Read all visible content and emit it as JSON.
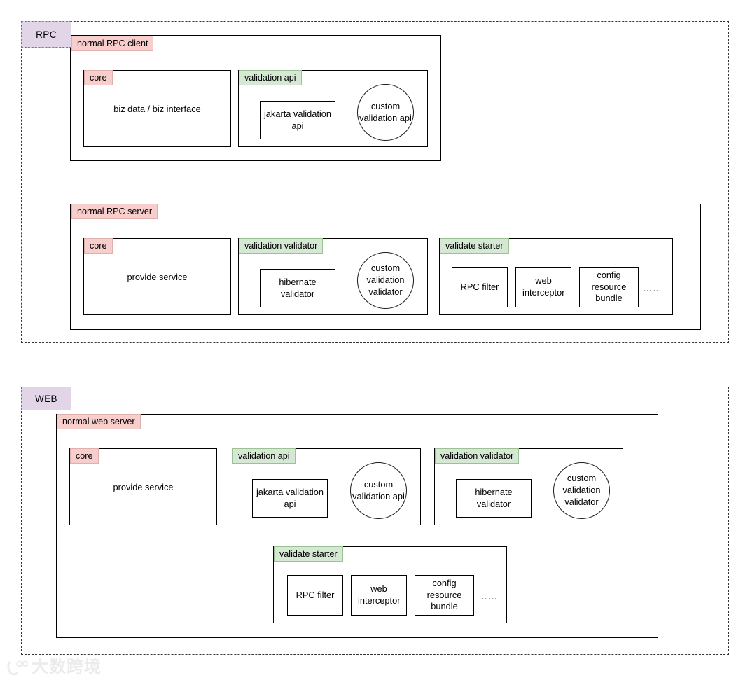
{
  "diagram": {
    "watermark": {
      "text": "大数跨境",
      "logo_icon": "brand-logo-icon"
    },
    "colors": {
      "zone_tag_fill": "#e1d5e7",
      "zone_tag_border": "#7d6aa8",
      "pink_tag_fill": "#f8cecc",
      "pink_tag_border": "#e0b0ad",
      "green_tag_fill": "#d5e8d4",
      "green_tag_border": "#9cc293",
      "line": "#000000",
      "background": "#ffffff"
    },
    "zones": [
      {
        "id": "rpc",
        "tag": "RPC",
        "groups": [
          {
            "id": "normal-rpc-client",
            "tag": "normal RPC client",
            "tag_color": "pink",
            "modules": [
              {
                "id": "core",
                "tag": "core",
                "tag_color": "pink",
                "plain_labels": [
                  "biz data / biz interface"
                ],
                "boxes": [],
                "circles": [],
                "ellipsis": false
              },
              {
                "id": "validation-api",
                "tag": "validation api",
                "tag_color": "green",
                "plain_labels": [],
                "boxes": [
                  "jakarta validation api"
                ],
                "circles": [
                  "custom validation api"
                ],
                "ellipsis": false
              }
            ]
          },
          {
            "id": "normal-rpc-server",
            "tag": "normal RPC server",
            "tag_color": "pink",
            "modules": [
              {
                "id": "core",
                "tag": "core",
                "tag_color": "pink",
                "plain_labels": [
                  "provide service"
                ],
                "boxes": [],
                "circles": [],
                "ellipsis": false
              },
              {
                "id": "validation-validator",
                "tag": "validation validator",
                "tag_color": "green",
                "plain_labels": [],
                "boxes": [
                  "hibernate validator"
                ],
                "circles": [
                  "custom validation validator"
                ],
                "ellipsis": false
              },
              {
                "id": "validate-starter",
                "tag": "validate starter",
                "tag_color": "green",
                "plain_labels": [],
                "boxes": [
                  "RPC filter",
                  "web interceptor",
                  "config resource bundle"
                ],
                "circles": [],
                "ellipsis": true,
                "ellipsis_text": "……"
              }
            ]
          }
        ]
      },
      {
        "id": "web",
        "tag": "WEB",
        "groups": [
          {
            "id": "normal-web-server",
            "tag": "normal web server",
            "tag_color": "pink",
            "modules": [
              {
                "id": "core",
                "tag": "core",
                "tag_color": "pink",
                "plain_labels": [
                  "provide service"
                ],
                "boxes": [],
                "circles": [],
                "ellipsis": false
              },
              {
                "id": "validation-api",
                "tag": "validation api",
                "tag_color": "green",
                "plain_labels": [],
                "boxes": [
                  "jakarta validation api"
                ],
                "circles": [
                  "custom validation api"
                ],
                "ellipsis": false
              },
              {
                "id": "validation-validator",
                "tag": "validation validator",
                "tag_color": "green",
                "plain_labels": [],
                "boxes": [
                  "hibernate validator"
                ],
                "circles": [
                  "custom validation validator"
                ],
                "ellipsis": false
              },
              {
                "id": "validate-starter",
                "tag": "validate starter",
                "tag_color": "green",
                "plain_labels": [],
                "boxes": [
                  "RPC filter",
                  "web interceptor",
                  "config resource bundle"
                ],
                "circles": [],
                "ellipsis": true,
                "ellipsis_text": "……"
              }
            ]
          }
        ]
      }
    ],
    "text": {
      "rpc_zone_tag": "RPC",
      "web_zone_tag": "WEB",
      "normal_rpc_client": "normal RPC client",
      "normal_rpc_server": "normal RPC server",
      "normal_web_server": "normal web server",
      "core": "core",
      "validation_api": "validation api",
      "validation_validator": "validation validator",
      "validate_starter": "validate starter",
      "biz_data_biz_interface": "biz data / biz interface",
      "provide_service": "provide service",
      "jakarta_validation_api": "jakarta validation api",
      "custom_validation_api": "custom validation api",
      "hibernate_validator": "hibernate validator",
      "custom_validation_validator": "custom validation validator",
      "rpc_filter": "RPC filter",
      "web_interceptor": "web interceptor",
      "config_resource_bundle": "config resource bundle",
      "ellipsis": "……"
    }
  }
}
